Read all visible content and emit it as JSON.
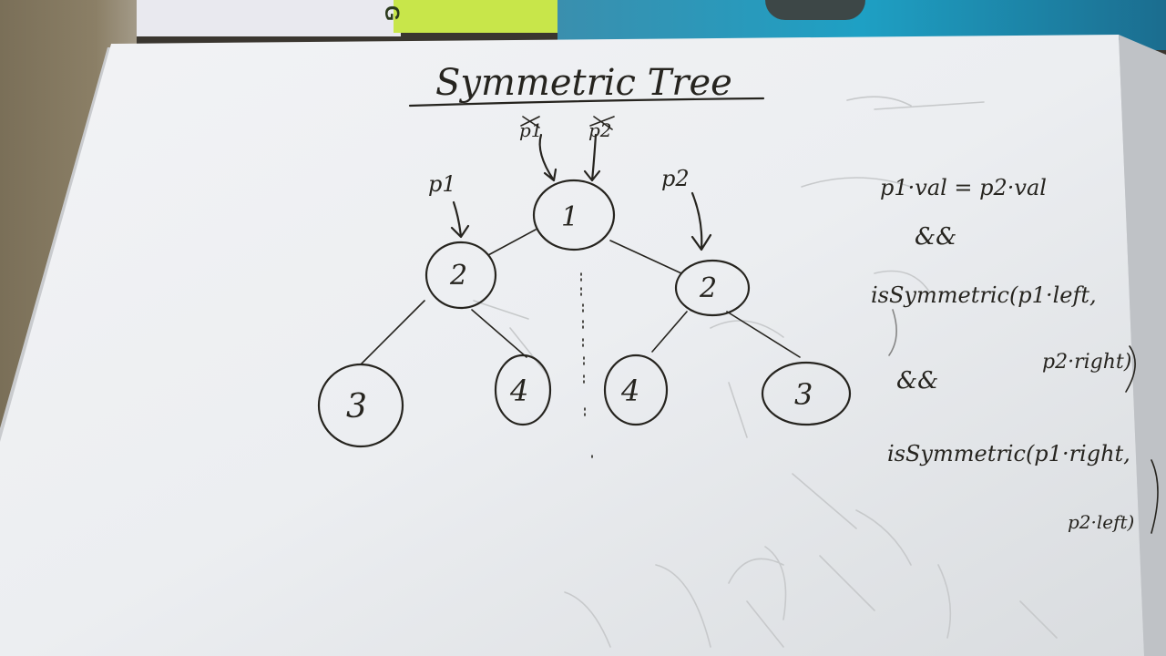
{
  "title": "Symmetric Tree",
  "pointers": {
    "p1_label": "p1",
    "p2_label": "p2",
    "p1_struck": "p1",
    "p2_struck": "p2"
  },
  "tree": {
    "root": "1",
    "level2": [
      "2",
      "2"
    ],
    "level3": [
      "3",
      "4",
      "4",
      "3"
    ]
  },
  "notes": {
    "line1": "p1·val = p2·val",
    "line2": "&&",
    "line3": "isSymmetric(p1·left,",
    "line4": "p2·right)",
    "line5": "&&",
    "line6": "isSymmetric(p1·right,",
    "line7": "p2·left)"
  },
  "background": {
    "book_spine_text": "G"
  },
  "colors": {
    "ink": "#26241f",
    "paper": "#eef0f2",
    "book_green": "#c8e64a",
    "blue_cloth": "#1ea0c4"
  }
}
